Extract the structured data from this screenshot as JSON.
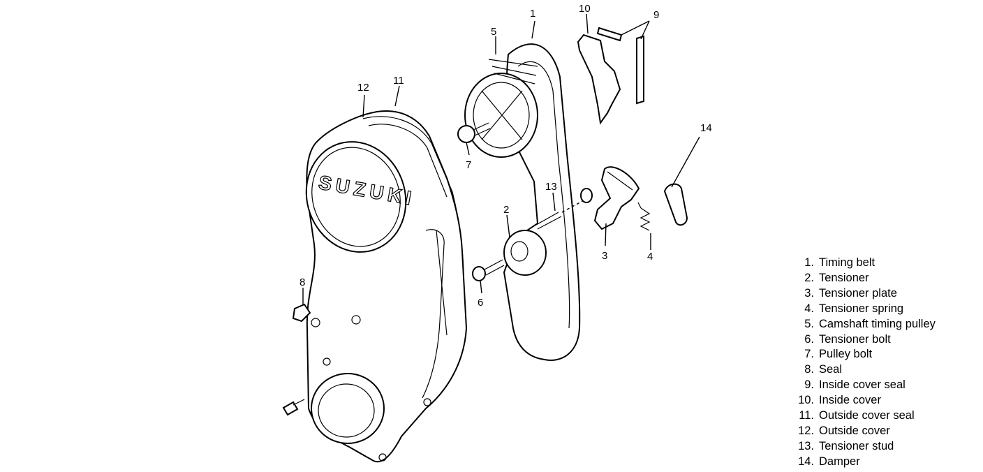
{
  "callouts": {
    "c1": "1",
    "c2": "2",
    "c3": "3",
    "c4": "4",
    "c5": "5",
    "c6": "6",
    "c7": "7",
    "c8": "8",
    "c9": "9",
    "c10": "10",
    "c11": "11",
    "c12": "12",
    "c13": "13",
    "c14": "14"
  },
  "cover_logo_text": "SUZUKI",
  "legend": [
    {
      "num": "1.",
      "label": "Timing belt"
    },
    {
      "num": "2.",
      "label": "Tensioner"
    },
    {
      "num": "3.",
      "label": "Tensioner plate"
    },
    {
      "num": "4.",
      "label": "Tensioner spring"
    },
    {
      "num": "5.",
      "label": "Camshaft timing pulley"
    },
    {
      "num": "6.",
      "label": "Tensioner bolt"
    },
    {
      "num": "7.",
      "label": "Pulley bolt"
    },
    {
      "num": "8.",
      "label": "Seal"
    },
    {
      "num": "9.",
      "label": "Inside cover seal"
    },
    {
      "num": "10.",
      "label": "Inside cover"
    },
    {
      "num": "11.",
      "label": "Outside cover seal"
    },
    {
      "num": "12.",
      "label": "Outside cover"
    },
    {
      "num": "13.",
      "label": "Tensioner stud"
    },
    {
      "num": "14.",
      "label": "Damper"
    }
  ]
}
